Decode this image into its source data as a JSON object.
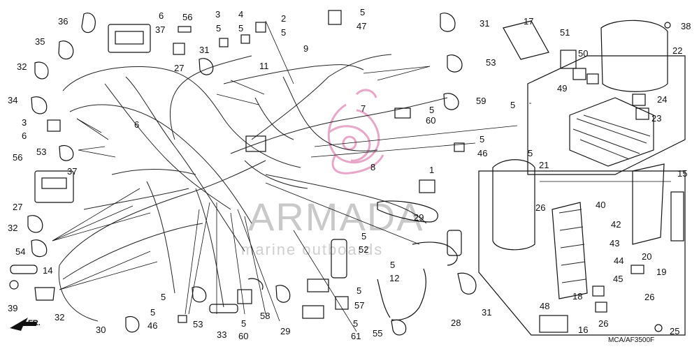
{
  "diagram": {
    "drawing_code": "MCA/AF3500F",
    "direction_label": "FR.",
    "watermark": {
      "brand": "ARMADA",
      "tagline": "marine outboards",
      "color": "#e8a6c8"
    },
    "callouts": [
      {
        "id": "c-36-a",
        "text": "36"
      },
      {
        "id": "c-6-a",
        "text": "6"
      },
      {
        "id": "c-37-a",
        "text": "37"
      },
      {
        "id": "c-56-a",
        "text": "56"
      },
      {
        "id": "c-3-a",
        "text": "3"
      },
      {
        "id": "c-5-a",
        "text": "5"
      },
      {
        "id": "c-4",
        "text": "4"
      },
      {
        "id": "c-5-b",
        "text": "5"
      },
      {
        "id": "c-2",
        "text": "2"
      },
      {
        "id": "c-5-c",
        "text": "5"
      },
      {
        "id": "c-5-d",
        "text": "5"
      },
      {
        "id": "c-47",
        "text": "47"
      },
      {
        "id": "c-31-a",
        "text": "31"
      },
      {
        "id": "c-17",
        "text": "17"
      },
      {
        "id": "c-38",
        "text": "38"
      },
      {
        "id": "c-35",
        "text": "35"
      },
      {
        "id": "c-27-a",
        "text": "27"
      },
      {
        "id": "c-31-b",
        "text": "31"
      },
      {
        "id": "c-9",
        "text": "9"
      },
      {
        "id": "c-51",
        "text": "51"
      },
      {
        "id": "c-50",
        "text": "50"
      },
      {
        "id": "c-22",
        "text": "22"
      },
      {
        "id": "c-32-a",
        "text": "32"
      },
      {
        "id": "c-11",
        "text": "11"
      },
      {
        "id": "c-53-a",
        "text": "53"
      },
      {
        "id": "c-49",
        "text": "49"
      },
      {
        "id": "c-34",
        "text": "34"
      },
      {
        "id": "c-59",
        "text": "59"
      },
      {
        "id": "c-24",
        "text": "24"
      },
      {
        "id": "c-5-e",
        "text": "5"
      },
      {
        "id": "c-7",
        "text": "7"
      },
      {
        "id": "c-5-f",
        "text": "5"
      },
      {
        "id": "c-23",
        "text": "23"
      },
      {
        "id": "c-3-b",
        "text": "3"
      },
      {
        "id": "c-6-b",
        "text": "6"
      },
      {
        "id": "c-60-a",
        "text": "60"
      },
      {
        "id": "c-6-c",
        "text": "6"
      },
      {
        "id": "c-5-g",
        "text": "5"
      },
      {
        "id": "c-53-b",
        "text": "53"
      },
      {
        "id": "c-46-a",
        "text": "46"
      },
      {
        "id": "c-56-b",
        "text": "56"
      },
      {
        "id": "c-8",
        "text": "8"
      },
      {
        "id": "c-37-b",
        "text": "37"
      },
      {
        "id": "c-5-h",
        "text": "5"
      },
      {
        "id": "c-1",
        "text": "1"
      },
      {
        "id": "c-21",
        "text": "21"
      },
      {
        "id": "c-27-b",
        "text": "27"
      },
      {
        "id": "c-15",
        "text": "15"
      },
      {
        "id": "c-40",
        "text": "40"
      },
      {
        "id": "c-26-a",
        "text": "26"
      },
      {
        "id": "c-42",
        "text": "42"
      },
      {
        "id": "c-32-b",
        "text": "32"
      },
      {
        "id": "c-29-a",
        "text": "29"
      },
      {
        "id": "c-5-i",
        "text": "5"
      },
      {
        "id": "c-52",
        "text": "52"
      },
      {
        "id": "c-43",
        "text": "43"
      },
      {
        "id": "c-20",
        "text": "20"
      },
      {
        "id": "c-54",
        "text": "54"
      },
      {
        "id": "c-44",
        "text": "44"
      },
      {
        "id": "c-14",
        "text": "14"
      },
      {
        "id": "c-5-j",
        "text": "5"
      },
      {
        "id": "c-12",
        "text": "12"
      },
      {
        "id": "c-19",
        "text": "19"
      },
      {
        "id": "c-45",
        "text": "45"
      },
      {
        "id": "c-39",
        "text": "39"
      },
      {
        "id": "c-5-k",
        "text": "5"
      },
      {
        "id": "c-18",
        "text": "18"
      },
      {
        "id": "c-26-b",
        "text": "26"
      },
      {
        "id": "c-5-l",
        "text": "5"
      },
      {
        "id": "c-57",
        "text": "57"
      },
      {
        "id": "c-31-c",
        "text": "31"
      },
      {
        "id": "c-32-c",
        "text": "32"
      },
      {
        "id": "c-5-m",
        "text": "5"
      },
      {
        "id": "c-58",
        "text": "58"
      },
      {
        "id": "c-48",
        "text": "48"
      },
      {
        "id": "c-26-c",
        "text": "26"
      },
      {
        "id": "c-16",
        "text": "16"
      },
      {
        "id": "c-30",
        "text": "30"
      },
      {
        "id": "c-46-b",
        "text": "46"
      },
      {
        "id": "c-53-c",
        "text": "53"
      },
      {
        "id": "c-33",
        "text": "33"
      },
      {
        "id": "c-5-n",
        "text": "5"
      },
      {
        "id": "c-60-b",
        "text": "60"
      },
      {
        "id": "c-29-b",
        "text": "29"
      },
      {
        "id": "c-5-o",
        "text": "5"
      },
      {
        "id": "c-61",
        "text": "61"
      },
      {
        "id": "c-28",
        "text": "28"
      },
      {
        "id": "c-55",
        "text": "55"
      },
      {
        "id": "c-25",
        "text": "25"
      }
    ]
  }
}
